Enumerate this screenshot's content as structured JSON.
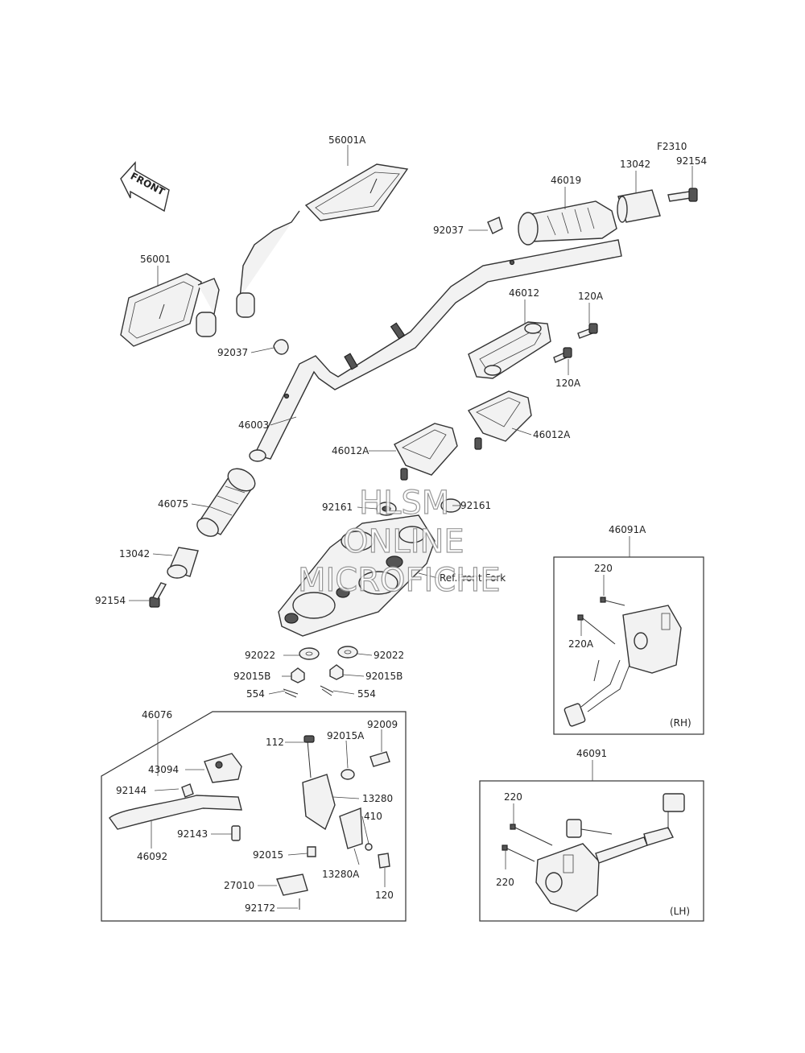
{
  "header": {
    "figure_code": "F2310"
  },
  "front_arrow": {
    "label": "FRONT"
  },
  "ref_note": "Ref.Front Fork",
  "watermark": {
    "line1": "HLSM",
    "line2": "ONLINE",
    "line3": "MICROFICHE"
  },
  "boxes": {
    "rh_label": "(RH)",
    "lh_label": "(LH)"
  },
  "parts": {
    "p56001A": "56001A",
    "p56001": "56001",
    "p92037_top": "92037",
    "p92037_left": "92037",
    "p46019": "46019",
    "p13042_top": "13042",
    "p92154_top": "92154",
    "p46012": "46012",
    "p120A_top": "120A",
    "p120A_bottom": "120A",
    "p46003": "46003",
    "p46012A_left": "46012A",
    "p46012A_right": "46012A",
    "p46075": "46075",
    "p92161_left": "92161",
    "p92161_right": "92161",
    "p13042_left": "13042",
    "p92154_left": "92154",
    "p46091A": "46091A",
    "p220_rh": "220",
    "p220A_rh": "220A",
    "p92022_left": "92022",
    "p92022_right": "92022",
    "p92015B_left": "92015B",
    "p92015B_right": "92015B",
    "p554_left": "554",
    "p554_right": "554",
    "p46076": "46076",
    "p112": "112",
    "p92015A": "92015A",
    "p92009": "92009",
    "p43094": "43094",
    "p92144": "92144",
    "p13280": "13280",
    "p410": "410",
    "p92143": "92143",
    "p46092": "46092",
    "p92015": "92015",
    "p13280A": "13280A",
    "p27010": "27010",
    "p120": "120",
    "p92172": "92172",
    "p46091": "46091",
    "p220_lh_top": "220",
    "p220_lh_bottom": "220"
  }
}
